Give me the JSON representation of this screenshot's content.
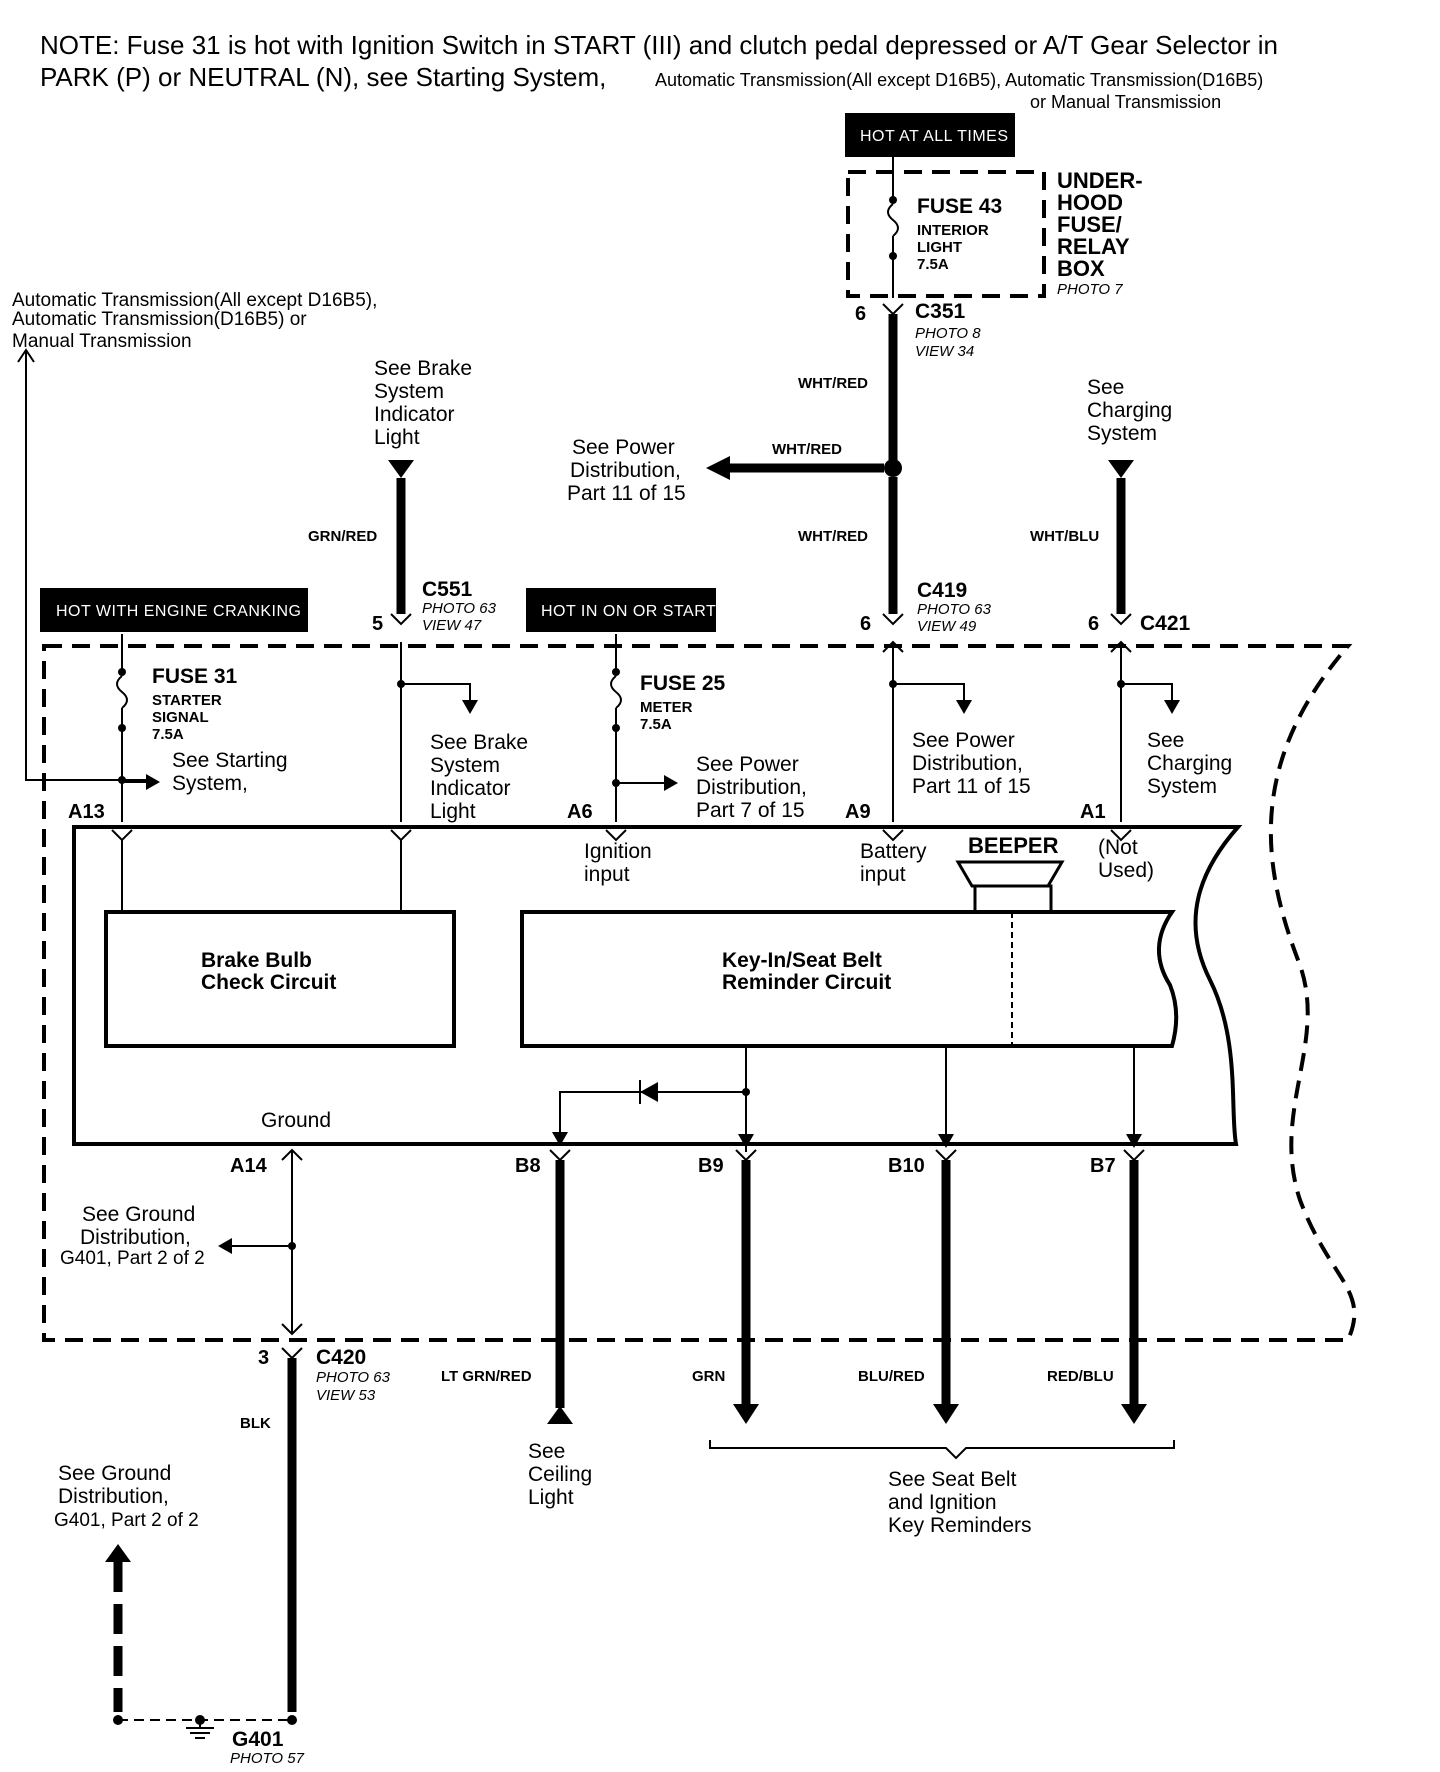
{
  "note": {
    "line1": "NOTE: Fuse 31 is hot with Ignition Switch in START (III) and clutch pedal depressed or A/T Gear Selector in",
    "line2": "PARK (P) or NEUTRAL (N), see Starting System,",
    "line2_small": "Automatic Transmission(All except D16B5), Automatic Transmission(D16B5)",
    "line3_small": "or Manual Transmission"
  },
  "power_labels": {
    "hot_all_times": "HOT AT ALL TIMES",
    "hot_engine_cranking": "HOT WITH ENGINE CRANKING",
    "hot_in_on_start": "HOT IN ON OR START"
  },
  "underhood_box": {
    "line1": "UNDER-",
    "line2": "HOOD",
    "line3": "FUSE/",
    "line4": "RELAY",
    "line5": "BOX",
    "photo": "PHOTO 7"
  },
  "fuses": {
    "f43": {
      "name": "FUSE 43",
      "desc1": "INTERIOR",
      "desc2": "LIGHT",
      "rating": "7.5A"
    },
    "f31": {
      "name": "FUSE 31",
      "desc1": "STARTER",
      "desc2": "SIGNAL",
      "rating": "7.5A"
    },
    "f25": {
      "name": "FUSE 25",
      "desc1": "METER",
      "rating": "7.5A"
    }
  },
  "connectors": {
    "c351": {
      "name": "C351",
      "pin": "6",
      "photo": "PHOTO 8",
      "view": "VIEW 34"
    },
    "c419": {
      "name": "C419",
      "pin": "6",
      "photo": "PHOTO 63",
      "view": "VIEW 49"
    },
    "c421": {
      "name": "C421",
      "pin": "6"
    },
    "c551": {
      "name": "C551",
      "pin": "5",
      "photo": "PHOTO 63",
      "view": "VIEW 47"
    },
    "c420": {
      "name": "C420",
      "pin": "3",
      "photo": "PHOTO 63",
      "view": "VIEW 53"
    },
    "g401": {
      "name": "G401",
      "photo": "PHOTO 57"
    }
  },
  "wires": {
    "wht_red": "WHT/RED",
    "grn_red": "GRN/RED",
    "wht_blu": "WHT/BLU",
    "blk": "BLK",
    "lt_grn_red": "LT GRN/RED",
    "grn": "GRN",
    "blu_red": "BLU/RED",
    "red_blu": "RED/BLU"
  },
  "pins": {
    "a13": "A13",
    "a6": "A6",
    "a9": "A9",
    "a1": "A1",
    "a14": "A14",
    "b8": "B8",
    "b9": "B9",
    "b10": "B10",
    "b7": "B7"
  },
  "refs": {
    "auto_trans": [
      "Automatic Transmission(All except D16B5),",
      "Automatic Transmission(D16B5) or",
      "Manual Transmission"
    ],
    "brake_top": [
      "See Brake",
      "System",
      "Indicator",
      "Light"
    ],
    "power_dist_11_top": [
      "See Power",
      "Distribution,",
      "Part 11 of 15"
    ],
    "charging_top": [
      "See",
      "Charging",
      "System"
    ],
    "starting": [
      "See Starting",
      "System,"
    ],
    "brake_inner": [
      "See Brake",
      "System",
      "Indicator",
      "Light"
    ],
    "power_dist_7": [
      "See Power",
      "Distribution,",
      "Part 7 of 15"
    ],
    "power_dist_11_inner": [
      "See Power",
      "Distribution,",
      "Part 11 of 15"
    ],
    "charging_inner": [
      "See",
      "Charging",
      "System"
    ],
    "ground_inner": [
      "See Ground",
      "Distribution,",
      "G401, Part 2 of 2"
    ],
    "ground_outer": [
      "See Ground",
      "Distribution,",
      "G401, Part 2 of 2"
    ],
    "ceiling": [
      "See",
      "Ceiling",
      "Light"
    ],
    "seat_belt": [
      "See Seat Belt",
      "and Ignition",
      "Key Reminders"
    ]
  },
  "cluster": {
    "ignition_input": [
      "Ignition",
      "input"
    ],
    "battery_input": [
      "Battery",
      "input"
    ],
    "beeper": "BEEPER",
    "not_used": [
      "(Not",
      "Used)"
    ],
    "ground": "Ground",
    "brake_bulb": [
      "Brake Bulb",
      "Check Circuit"
    ],
    "keyin": [
      "Key-In/Seat Belt",
      "Reminder Circuit"
    ]
  }
}
